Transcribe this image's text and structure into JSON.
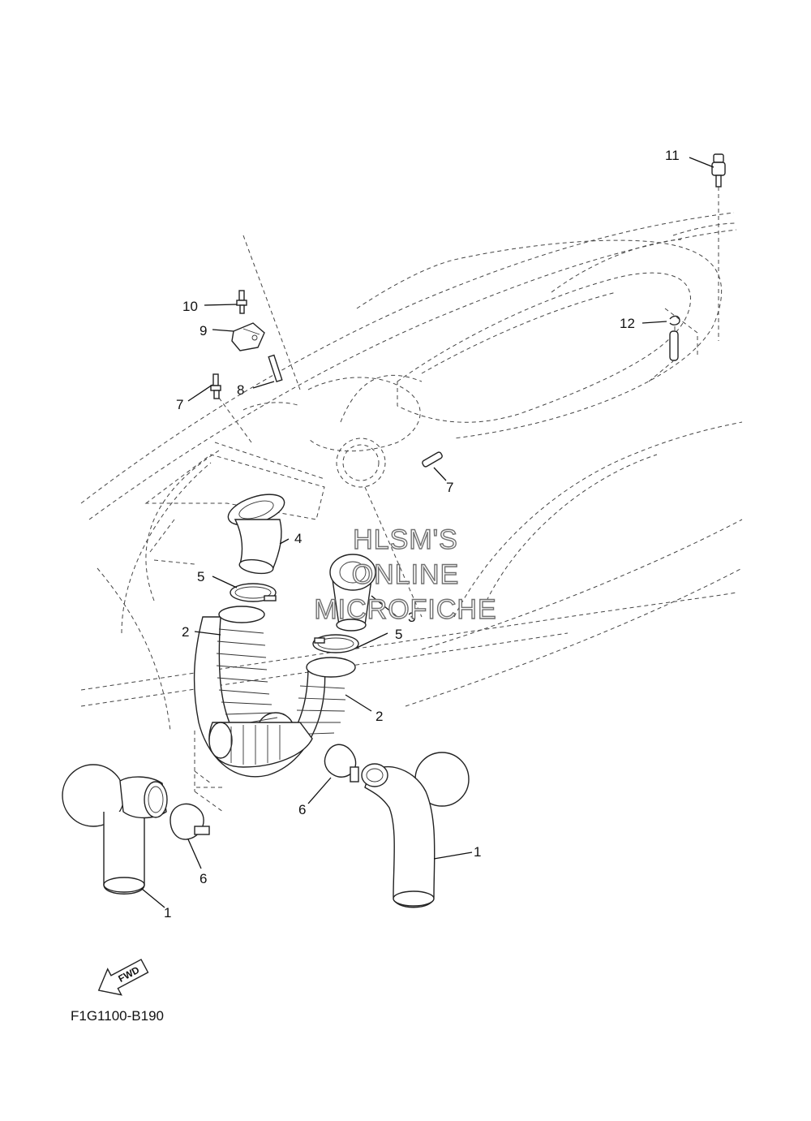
{
  "callouts": [
    {
      "id": "11",
      "text": "11"
    },
    {
      "id": "10",
      "text": "10"
    },
    {
      "id": "9",
      "text": "9"
    },
    {
      "id": "12",
      "text": "12"
    },
    {
      "id": "8",
      "text": "8"
    },
    {
      "id": "7a",
      "text": "7"
    },
    {
      "id": "7b",
      "text": "7"
    },
    {
      "id": "4",
      "text": "4"
    },
    {
      "id": "5a",
      "text": "5"
    },
    {
      "id": "3",
      "text": "3"
    },
    {
      "id": "2a",
      "text": "2"
    },
    {
      "id": "5b",
      "text": "5"
    },
    {
      "id": "2b",
      "text": "2"
    },
    {
      "id": "6a",
      "text": "6"
    },
    {
      "id": "1a",
      "text": "1"
    },
    {
      "id": "6b",
      "text": "6"
    },
    {
      "id": "1b",
      "text": "1"
    }
  ],
  "watermark": {
    "line1": "HLSM'S",
    "line2": "ONLINE",
    "line3": "MICROFICHE"
  },
  "forward_arrow": {
    "label": "FWD"
  },
  "diagram_code": "F1G1100-B190"
}
